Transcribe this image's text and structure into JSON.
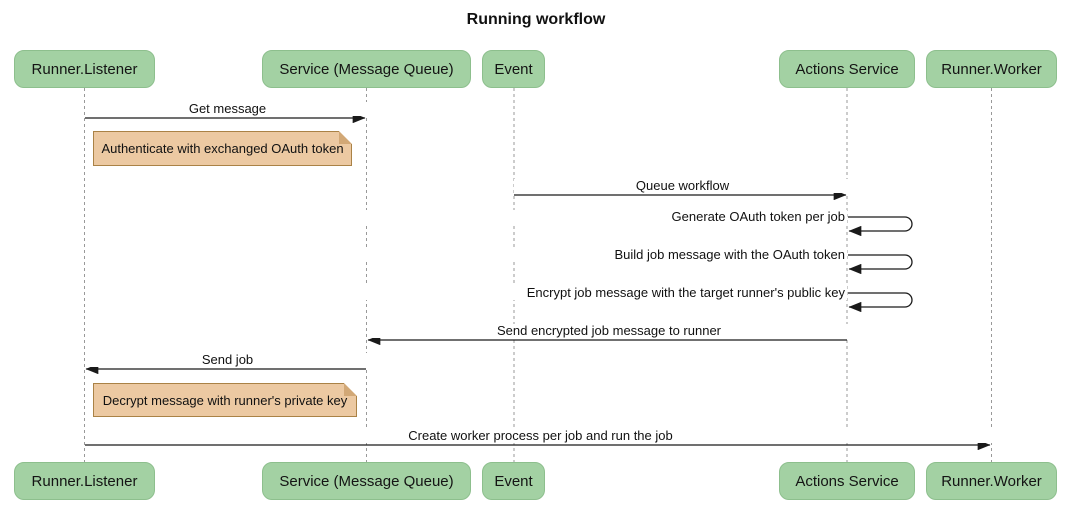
{
  "title": "Running workflow",
  "diagram_type": "sequence",
  "actors": [
    {
      "name": "Runner.Listener"
    },
    {
      "name": "Service (Message Queue)"
    },
    {
      "name": "Event"
    },
    {
      "name": "Actions Service"
    },
    {
      "name": "Runner.Worker"
    }
  ],
  "messages": [
    {
      "type": "solid-arrow",
      "from": "Runner.Listener",
      "to": "Service (Message Queue)",
      "label": "Get message"
    },
    {
      "type": "note",
      "over": "Runner.Listener",
      "label": "Authenticate with exchanged OAuth token"
    },
    {
      "type": "solid-arrow",
      "from": "Event",
      "to": "Actions Service",
      "label": "Queue workflow"
    },
    {
      "type": "self-arrow",
      "from": "Actions Service",
      "to": "Actions Service",
      "label": "Generate OAuth token per job"
    },
    {
      "type": "self-arrow",
      "from": "Actions Service",
      "to": "Actions Service",
      "label": "Build job message with the OAuth token"
    },
    {
      "type": "self-arrow",
      "from": "Actions Service",
      "to": "Actions Service",
      "label": "Encrypt job message with the target runner's public key"
    },
    {
      "type": "solid-arrow",
      "from": "Actions Service",
      "to": "Service (Message Queue)",
      "label": "Send encrypted job message to runner"
    },
    {
      "type": "solid-arrow",
      "from": "Service (Message Queue)",
      "to": "Runner.Listener",
      "label": "Send job"
    },
    {
      "type": "note",
      "over": "Runner.Listener",
      "label": "Decrypt message with runner's private key"
    },
    {
      "type": "solid-arrow",
      "from": "Runner.Listener",
      "to": "Runner.Worker",
      "label": "Create worker process per job and run the job"
    }
  ],
  "colors": {
    "actor_fill": "#a3d1a3",
    "actor_border": "#8dbf8d",
    "note_fill": "#ecc9a2",
    "note_border": "#aa8246",
    "lifeline": "#999999",
    "arrow": "#1a1a1a",
    "background": "#ffffff",
    "text": "#111111"
  }
}
